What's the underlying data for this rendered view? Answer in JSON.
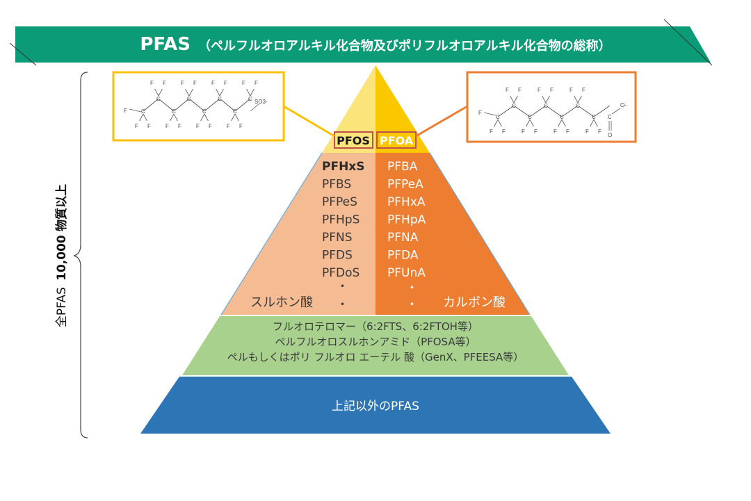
{
  "banner": {
    "title": "PFAS",
    "subtitle": "（ペルフルオロアルキル化合物及びポリフルオロアルキル化合物の総称）",
    "color": "#0b9b76"
  },
  "side_label": {
    "prefix": "全PFAS",
    "count": "10,000",
    "suffix": "物質以上"
  },
  "pyramid": {
    "top": {
      "left_label": "PFOS",
      "right_label": "PFOA",
      "left_color": "#fbe47a",
      "right_color": "#fbc800",
      "highlight": "#c0504d"
    },
    "sulfonic": {
      "items": [
        "PFHxS",
        "PFBS",
        "PFPeS",
        "PFHpS",
        "PFNS",
        "PFDS",
        "PFDoS"
      ],
      "dots": [
        "・",
        "・"
      ],
      "label": "スルホン酸",
      "color": "#f5bc94"
    },
    "carboxylic": {
      "items": [
        "PFBA",
        "PFPeA",
        "PFHxA",
        "PFHpA",
        "PFNA",
        "PFDA",
        "PFUnA"
      ],
      "dots": [
        "・",
        "・"
      ],
      "label": "カルボン酸",
      "color": "#ed7d31"
    },
    "green": {
      "lines": [
        "フルオロテロマー（6:2FTS、6:2FTOH等）",
        "ペルフルオロスルホンアミド（PFOSA等）",
        "ペルもしくはポリ フルオロ エーテル 酸（GenX、PFEESA等）"
      ],
      "color": "#a9d18e"
    },
    "blue": {
      "label": "上記以外のPFAS",
      "color": "#2e75b6"
    }
  },
  "structures": {
    "pfos": {
      "atom_f": "F",
      "atom_c": "C",
      "group": "SO3-",
      "border": "#ffc000"
    },
    "pfoa": {
      "atom_f": "F",
      "atom_c": "C",
      "atom_o": "O",
      "charge": "O-",
      "border": "#ed7d31"
    }
  }
}
